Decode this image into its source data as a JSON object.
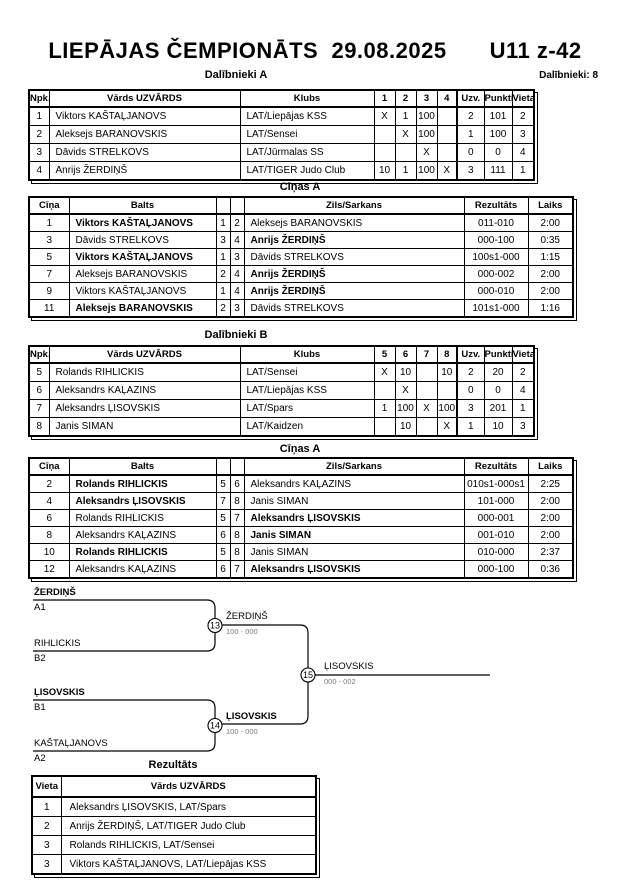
{
  "page": {
    "title_left": "LIEPĀJAS ČEMPIONĀTS  29.08.2025",
    "title_right": "U11 z-42",
    "participants_total": "Dalībnieki: 8"
  },
  "group_a": {
    "heading": "Dalībnieki A",
    "columns": [
      "Npk.",
      "Vārds UZVĀRDS",
      "Klubs",
      "1",
      "2",
      "3",
      "4",
      "Uzv.",
      "Punkti",
      "Vieta"
    ],
    "rows": [
      [
        "1",
        "Viktors KAŠTAĻJANOVS",
        "LAT/Liepājas KSS",
        "X",
        "1",
        "100",
        "",
        "2",
        "101",
        "2"
      ],
      [
        "2",
        "Aleksejs BARANOVSKIS",
        "LAT/Sensei",
        "",
        "X",
        "100",
        "",
        "1",
        "100",
        "3"
      ],
      [
        "3",
        "Dāvids STRELKOVS",
        "LAT/Jūrmalas SS",
        "",
        "",
        "X",
        "",
        "0",
        "0",
        "4"
      ],
      [
        "4",
        "Anrijs ŽERDIŅŠ",
        "LAT/TIGER Judo Club",
        "10",
        "1",
        "100",
        "X",
        "3",
        "111",
        "1"
      ]
    ]
  },
  "fights_a": {
    "heading": "Cīņas A",
    "columns": [
      "Cīņa",
      "Balts",
      "",
      "",
      "Zils/Sarkans",
      "Rezultāts",
      "Laiks"
    ],
    "rows": [
      {
        "cells": [
          "1",
          "Viktors KAŠTAĻJANOVS",
          "1",
          "2",
          "Aleksejs BARANOVSKIS",
          "011-010",
          "2:00"
        ],
        "bold_col": 1
      },
      {
        "cells": [
          "3",
          "Dāvids STRELKOVS",
          "3",
          "4",
          "Anrijs ŽERDIŅŠ",
          "000-100",
          "0:35"
        ],
        "bold_col": 4
      },
      {
        "cells": [
          "5",
          "Viktors KAŠTAĻJANOVS",
          "1",
          "3",
          "Dāvids STRELKOVS",
          "100s1-000",
          "1:15"
        ],
        "bold_col": 1
      },
      {
        "cells": [
          "7",
          "Aleksejs BARANOVSKIS",
          "2",
          "4",
          "Anrijs ŽERDIŅŠ",
          "000-002",
          "2:00"
        ],
        "bold_col": 4
      },
      {
        "cells": [
          "9",
          "Viktors KAŠTAĻJANOVS",
          "1",
          "4",
          "Anrijs ŽERDIŅŠ",
          "000-010",
          "2:00"
        ],
        "bold_col": 4
      },
      {
        "cells": [
          "11",
          "Aleksejs BARANOVSKIS",
          "2",
          "3",
          "Dāvids STRELKOVS",
          "101s1-000",
          "1:16"
        ],
        "bold_col": 1
      }
    ]
  },
  "group_b": {
    "heading": "Dalībnieki B",
    "columns": [
      "Npk.",
      "Vārds UZVĀRDS",
      "Klubs",
      "5",
      "6",
      "7",
      "8",
      "Uzv.",
      "Punkti",
      "Vieta"
    ],
    "rows": [
      [
        "5",
        "Rolands RIHLICKIS",
        "LAT/Sensei",
        "X",
        "10",
        "",
        "10",
        "2",
        "20",
        "2"
      ],
      [
        "6",
        "Aleksandrs KAĻAZINS",
        "LAT/Liepājas KSS",
        "",
        "X",
        "",
        "",
        "0",
        "0",
        "4"
      ],
      [
        "7",
        "Aleksandrs ĻISOVSKIS",
        "LAT/Spars",
        "1",
        "100",
        "X",
        "100",
        "3",
        "201",
        "1"
      ],
      [
        "8",
        "Janis SIMAN",
        "LAT/Kaidzen",
        "",
        "10",
        "",
        "X",
        "1",
        "10",
        "3"
      ]
    ]
  },
  "fights_b": {
    "heading": "Cīņas A",
    "columns": [
      "Cīņa",
      "Balts",
      "",
      "",
      "Zils/Sarkans",
      "Rezultāts",
      "Laiks"
    ],
    "rows": [
      {
        "cells": [
          "2",
          "Rolands RIHLICKIS",
          "5",
          "6",
          "Aleksandrs KAĻAZINS",
          "010s1-000s1",
          "2:25"
        ],
        "bold_col": 1
      },
      {
        "cells": [
          "4",
          "Aleksandrs ĻISOVSKIS",
          "7",
          "8",
          "Janis SIMAN",
          "101-000",
          "2:00"
        ],
        "bold_col": 1
      },
      {
        "cells": [
          "6",
          "Rolands RIHLICKIS",
          "5",
          "7",
          "Aleksandrs ĻISOVSKIS",
          "000-001",
          "2:00"
        ],
        "bold_col": 4
      },
      {
        "cells": [
          "8",
          "Aleksandrs KAĻAZINS",
          "6",
          "8",
          "Janis SIMAN",
          "001-010",
          "2:00"
        ],
        "bold_col": 4
      },
      {
        "cells": [
          "10",
          "Rolands RIHLICKIS",
          "5",
          "8",
          "Janis SIMAN",
          "010-000",
          "2:37"
        ],
        "bold_col": 1
      },
      {
        "cells": [
          "12",
          "Aleksandrs KAĻAZINS",
          "6",
          "7",
          "Aleksandrs ĻISOVSKIS",
          "000-100",
          "0:36"
        ],
        "bold_col": 4
      }
    ]
  },
  "bracket": {
    "seeds": [
      {
        "name": "ŽERDIŅŠ",
        "code": "A1",
        "bold": true
      },
      {
        "name": "RIHLICKIS",
        "code": "B2",
        "bold": false
      },
      {
        "name": "ĻISOVSKIS",
        "code": "B1",
        "bold": true
      },
      {
        "name": "KAŠTAĻJANOVS",
        "code": "A2",
        "bold": false
      }
    ],
    "matches": [
      {
        "no": "13",
        "winner": "ŽERDIŅŠ",
        "score": "100 - 000",
        "bold": false
      },
      {
        "no": "14",
        "winner": "ĻISOVSKIS",
        "score": "100 - 000",
        "bold": true
      },
      {
        "no": "15",
        "winner": "ĻISOVSKIS",
        "score": "000 - 002",
        "bold": false
      }
    ]
  },
  "results": {
    "heading": "Rezultāts",
    "columns": [
      "Vieta",
      "Vārds UZVĀRDS"
    ],
    "rows": [
      [
        "1",
        "Aleksandrs ĻISOVSKIS, LAT/Spars"
      ],
      [
        "2",
        "Anrijs ŽERDIŅŠ, LAT/TIGER Judo Club"
      ],
      [
        "3",
        "Rolands RIHLICKIS, LAT/Sensei"
      ],
      [
        "3",
        "Viktors KAŠTAĻJANOVS, LAT/Liepājas KSS"
      ]
    ]
  }
}
